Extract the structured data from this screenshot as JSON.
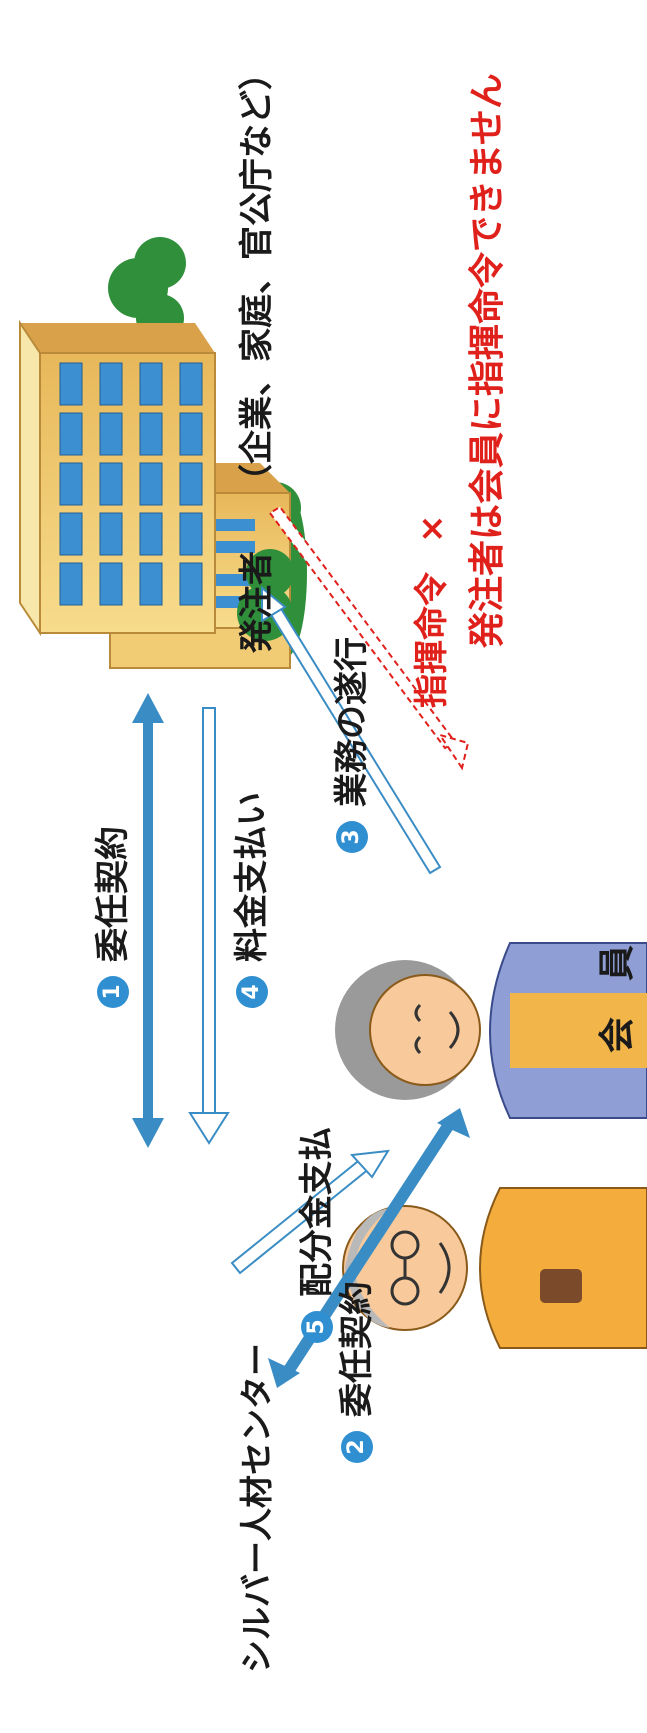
{
  "colors": {
    "arrow_blue": "#3a8cc4",
    "badge_blue": "#2f8fd0",
    "building_beige": "#f2cf7a",
    "window_blue": "#3c8fd0",
    "tree_green": "#2f8f3a",
    "prohibited_red": "#e0201b"
  },
  "parties": {
    "center": "シルバー人材センター",
    "client": "発注者",
    "client_examples": "（企業、家庭、官公庁など）",
    "members": "会　員"
  },
  "steps": [
    {
      "number": "1",
      "label": "委任契約"
    },
    {
      "number": "2",
      "label": "委任契約"
    },
    {
      "number": "3",
      "label": "業務の遂行"
    },
    {
      "number": "4",
      "label": "料金支払い"
    },
    {
      "number": "5",
      "label": "配分金支払"
    }
  ],
  "prohibition": {
    "label": "指揮命令",
    "mark": "×",
    "note": "発注者は会員に指揮命令できません"
  },
  "icons": [
    "center-building-icon",
    "client-building-icon",
    "member-man-icon",
    "member-woman-icon"
  ]
}
